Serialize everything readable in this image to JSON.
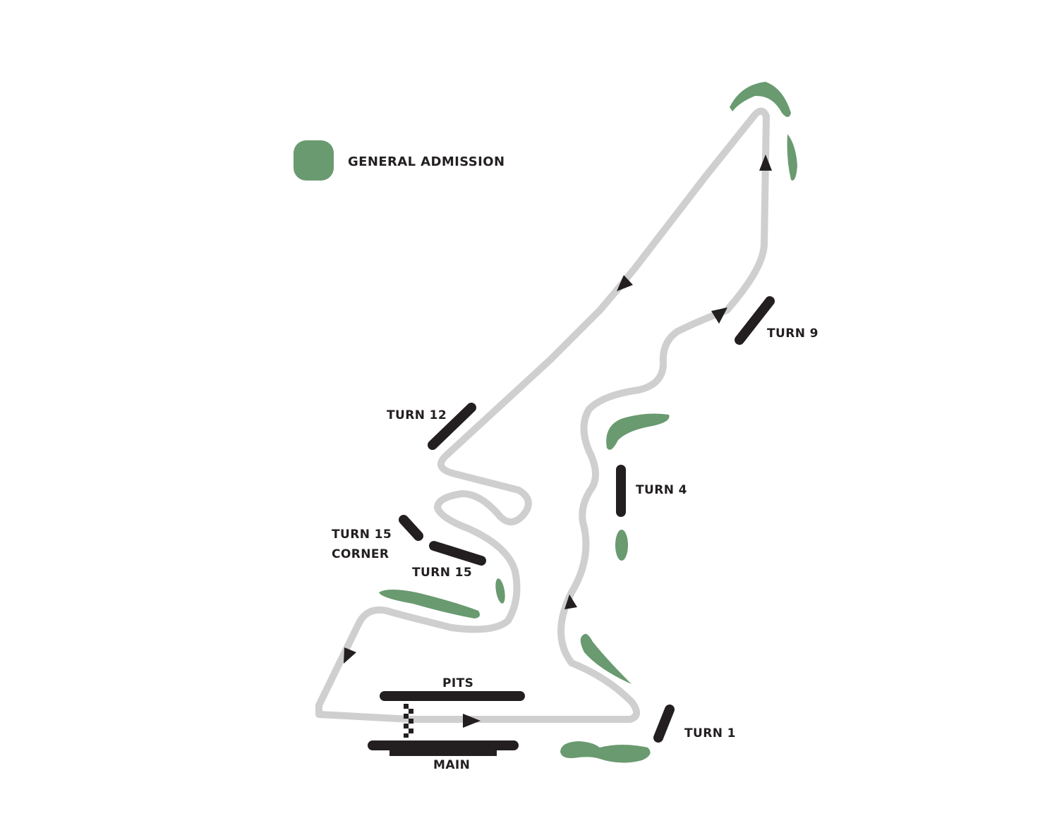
{
  "legend": {
    "general_admission_label": "GENERAL ADMISSION",
    "general_admission_color": "#6a9a70"
  },
  "grandstands": {
    "turn_1": "TURN 1",
    "turn_4": "TURN 4",
    "turn_9": "TURN 9",
    "turn_12": "TURN 12",
    "turn_15": "TURN 15",
    "turn_15_corner_line1": "TURN 15",
    "turn_15_corner_line2": "CORNER",
    "pits": "PITS",
    "main": "MAIN"
  },
  "colors": {
    "track": "#cfcfcf",
    "grandstand": "#231f20",
    "general_admission": "#6a9a70"
  },
  "icons": [
    "start-finish-checkered-flag-icon",
    "direction-arrow-icon"
  ]
}
